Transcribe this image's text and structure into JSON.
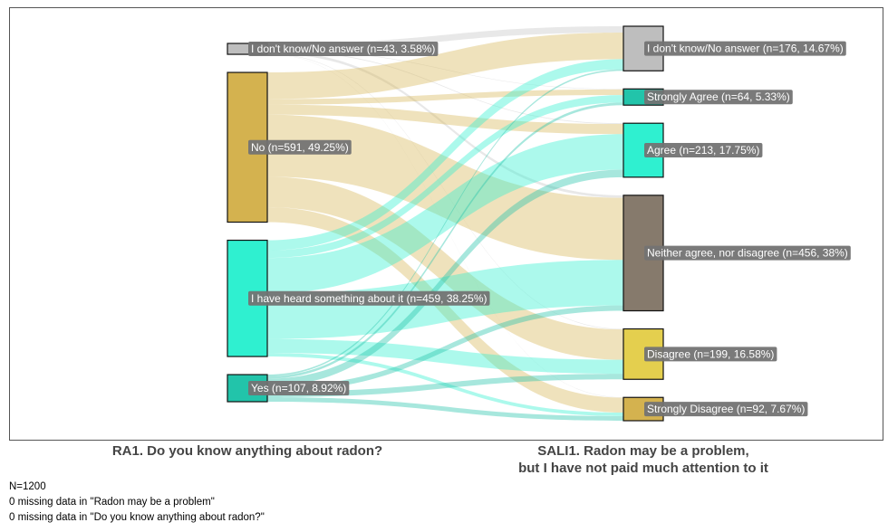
{
  "chart_data": {
    "type": "sankey",
    "total": 1200,
    "left_axis": {
      "title": "RA1. Do you know anything about radon?",
      "nodes": [
        {
          "key": "dk",
          "label": "I don't know/No answer (n=43, 3.58%)",
          "n": 43,
          "color": "#bebebe"
        },
        {
          "key": "no",
          "label": "No (n=591, 49.25%)",
          "n": 591,
          "color": "#d4b24f"
        },
        {
          "key": "heard",
          "label": "I have heard something about it (n=459, 38.25%)",
          "n": 459,
          "color": "#2ff0d0"
        },
        {
          "key": "yes",
          "label": "Yes (n=107, 8.92%)",
          "n": 107,
          "color": "#22c4aa"
        }
      ]
    },
    "right_axis": {
      "title_lines": [
        "SALI1. Radon may be a problem,",
        "but I have not paid much attention to it"
      ],
      "nodes": [
        {
          "key": "dk",
          "label": "I don't know/No answer  (n=176, 14.67%)",
          "n": 176,
          "color": "#bebebe"
        },
        {
          "key": "sa",
          "label": "Strongly Agree (n=64, 5.33%)",
          "n": 64,
          "color": "#22c4aa"
        },
        {
          "key": "ag",
          "label": "Agree (n=213, 17.75%)",
          "n": 213,
          "color": "#2ff0d0"
        },
        {
          "key": "ne",
          "label": "Neither agree, nor disagree (n=456, 38%)",
          "n": 456,
          "color": "#867a6c"
        },
        {
          "key": "di",
          "label": "Disagree (n=199, 16.58%)",
          "n": 199,
          "color": "#e4cf4e"
        },
        {
          "key": "sd",
          "label": "Strongly Disagree (n=92, 7.67%)",
          "n": 92,
          "color": "#d4b24f"
        }
      ]
    },
    "flows": [
      {
        "from": "dk",
        "to": "dk",
        "n": 25
      },
      {
        "from": "dk",
        "to": "sa",
        "n": 2
      },
      {
        "from": "dk",
        "to": "ag",
        "n": 3
      },
      {
        "from": "dk",
        "to": "ne",
        "n": 10
      },
      {
        "from": "dk",
        "to": "di",
        "n": 2
      },
      {
        "from": "dk",
        "to": "sd",
        "n": 1
      },
      {
        "from": "no",
        "to": "dk",
        "n": 105
      },
      {
        "from": "no",
        "to": "sa",
        "n": 22
      },
      {
        "from": "no",
        "to": "ag",
        "n": 40
      },
      {
        "from": "no",
        "to": "ne",
        "n": 245
      },
      {
        "from": "no",
        "to": "di",
        "n": 120
      },
      {
        "from": "no",
        "to": "sd",
        "n": 59
      },
      {
        "from": "heard",
        "to": "dk",
        "n": 40
      },
      {
        "from": "heard",
        "to": "sa",
        "n": 30
      },
      {
        "from": "heard",
        "to": "ag",
        "n": 140
      },
      {
        "from": "heard",
        "to": "ne",
        "n": 180
      },
      {
        "from": "heard",
        "to": "di",
        "n": 55
      },
      {
        "from": "heard",
        "to": "sd",
        "n": 14
      },
      {
        "from": "yes",
        "to": "dk",
        "n": 6
      },
      {
        "from": "yes",
        "to": "sa",
        "n": 10
      },
      {
        "from": "yes",
        "to": "ag",
        "n": 30
      },
      {
        "from": "yes",
        "to": "ne",
        "n": 21
      },
      {
        "from": "yes",
        "to": "di",
        "n": 22
      },
      {
        "from": "yes",
        "to": "sd",
        "n": 18
      }
    ]
  },
  "footnotes": [
    "N=1200",
    "0 missing data in \"Radon may be a problem\"",
    "0 missing data in \"Do you know anything about radon?\""
  ]
}
